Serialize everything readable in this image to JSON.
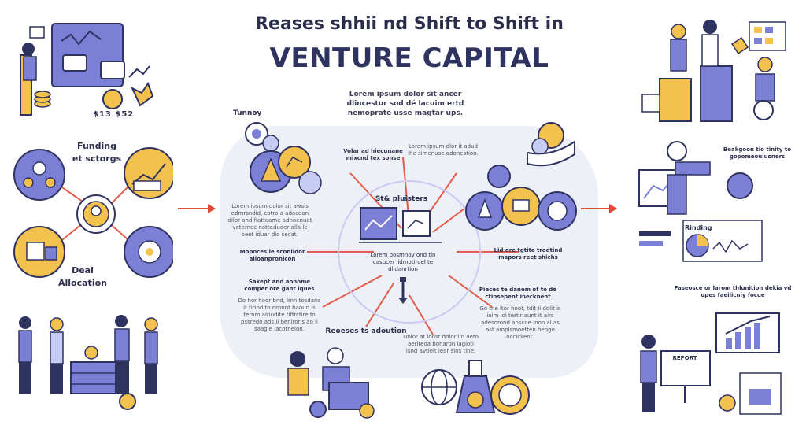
{
  "title": {
    "line1": "Reases shhii nd Shift to Shift in",
    "line2": "VENTURE CAPITAL"
  },
  "intro": "Lorem ipsum dolor sit ancer dlincestur sod dé lacuim ertd nemoprate usse magtar ups.",
  "left": {
    "funding_label": "Funding\net sctorgs",
    "deal_label": "Deal\nAllocation",
    "ticker_text": "$13 $52"
  },
  "center": {
    "tunnel_label": "Tunnoy",
    "top_block": "Volar ad hiecunane mixcnd tex sonse",
    "top_right_block": "Lorem ipsum dlor it adud ihe simenuse adonestion.",
    "left_block_1": "Lorem ipsum dolor sit awsis edmrsndid, cotro a adacdan dilor ahd fiatteame adnoenuet veternec notteduder alla le seet iduar dio secat.",
    "left_block_2": "Mopoces le sconlidor alioanpronicon",
    "left_block_3_title": "Sakept and aonome comper ore gant iques",
    "left_block_3_body": "Do hor hoor bnd, lmn tosdaris it tiriod to ornnnt baoun is ternm alriudite tiffrctire fo pssredo ads il beniroris ao li saagie lacotnelon.",
    "hub_title": "St& pluisters",
    "hub_body": "Lorem bosmnoy ond tin casucer lidmotiroel te dlidanrtion",
    "right_block_1": "Lid ore tgtite trodtind mapors reet shichs",
    "right_block_2_title": "Pieces te danem of to dé ctinsepent inecknent",
    "right_block_2_body": "Go tne itor hoot, tdit ii dolit is ioim ioi tertir aunt it airs adesorond anscoe lnon al as ast amplsmoetten hepge occiciient.",
    "bottom_label": "Reoeses ts adoution",
    "bottom_block": "Dolor at lonst dolor lin aeto aeriteoa bonaron lagioti lsnd avtieit lear sins tine."
  },
  "right": {
    "label_1": "Beakgoon tio tinity to gopomeoulusners",
    "inset_title": "Rinding",
    "label_2": "Faseosce or larom thlunition dekia vd upes faeiiicniy focue",
    "report_label": "REPORT"
  },
  "colors": {
    "navy": "#2f3360",
    "purple": "#7b80d6",
    "gold": "#f2c14e",
    "red_line": "#e04a3a",
    "blob": "#edf0f7"
  }
}
